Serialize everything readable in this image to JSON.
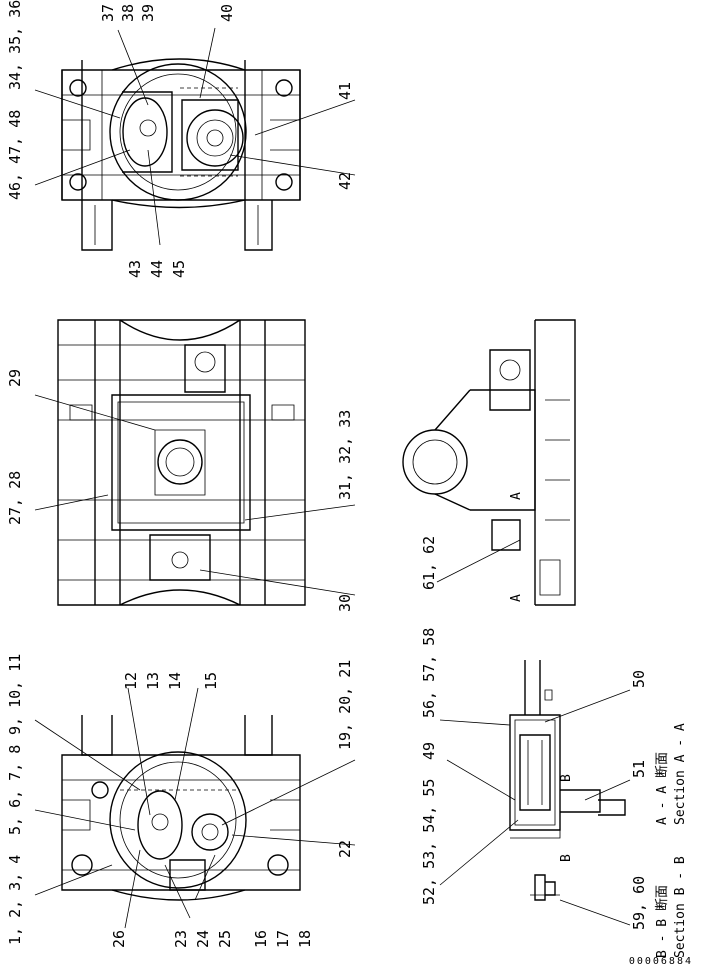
{
  "callouts": {
    "c1": "1, 2, 3, 4",
    "c5": "5, 6, 7, 8",
    "c9": "9, 10, 11",
    "c12": "12",
    "c13": "13",
    "c14": "14",
    "c15": "15",
    "c16": "16",
    "c17": "17",
    "c18": "18",
    "c19": "19, 20, 21",
    "c22": "22",
    "c23": "23",
    "c24": "24",
    "c25": "25",
    "c26": "26",
    "c27": "27, 28",
    "c29": "29",
    "c30": "30",
    "c31": "31, 32, 33",
    "c34": "34, 35, 36",
    "c37": "37",
    "c38": "38",
    "c39": "39",
    "c40": "40",
    "c41": "41",
    "c42": "42",
    "c43": "43",
    "c44": "44",
    "c45": "45",
    "c46": "46, 47, 48",
    "c49": "49",
    "c50": "50",
    "c51": "51",
    "c52": "52, 53, 54, 55",
    "c56": "56, 57, 58",
    "c59": "59, 60",
    "c61": "61, 62"
  },
  "sections": {
    "aa_jp": "A - A 断面",
    "aa_en": "Section A - A",
    "bb_jp": "B - B 断面",
    "bb_en": "Section B - B"
  },
  "markers": {
    "a": "A",
    "b": "B"
  },
  "doc_number": "00006884"
}
